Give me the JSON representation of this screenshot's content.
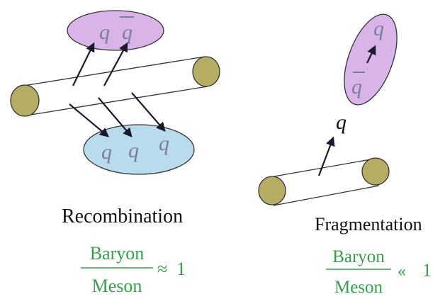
{
  "recombination": {
    "meson_quark_1": "q",
    "meson_quark_2": "q",
    "baryon_quarks": [
      "q",
      "q",
      "q"
    ],
    "label": "Recombination",
    "ratio": {
      "numerator": "Baryon",
      "denominator": "Meson",
      "relation": "≈",
      "value": "1"
    }
  },
  "fragmentation": {
    "meson_quark": "q",
    "meson_antiquark": "q",
    "emitted_quark": "q",
    "label": "Fragmentation",
    "ratio": {
      "numerator": "Baryon",
      "denominator": "Meson",
      "relation": "«",
      "value": "1"
    }
  },
  "colors": {
    "meson_fill": "#d9b4e8",
    "baryon_fill": "#b9dcec",
    "tube_cap": "#b5ad62",
    "quark_text": "#7a7e9c",
    "ratio_green": "#33a047"
  }
}
